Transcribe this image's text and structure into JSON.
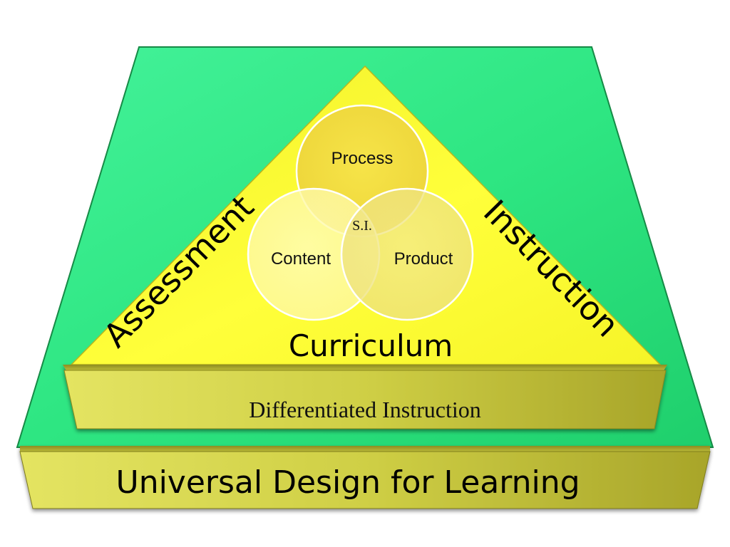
{
  "diagram": {
    "base_label": "Universal Design for Learning",
    "middle_label": "Differentiated Instruction",
    "left_side_label": "Assessment",
    "right_side_label": "Instruction",
    "bottom_label": "Curriculum",
    "circles": {
      "top": "Process",
      "left": "Content",
      "right": "Product",
      "center": "S.I."
    }
  },
  "colors": {
    "green_platform": "#2fe07a",
    "yellow_triangle": "#ffff33",
    "olive_slab": "#c9c93a",
    "text_dark": "#111111"
  }
}
